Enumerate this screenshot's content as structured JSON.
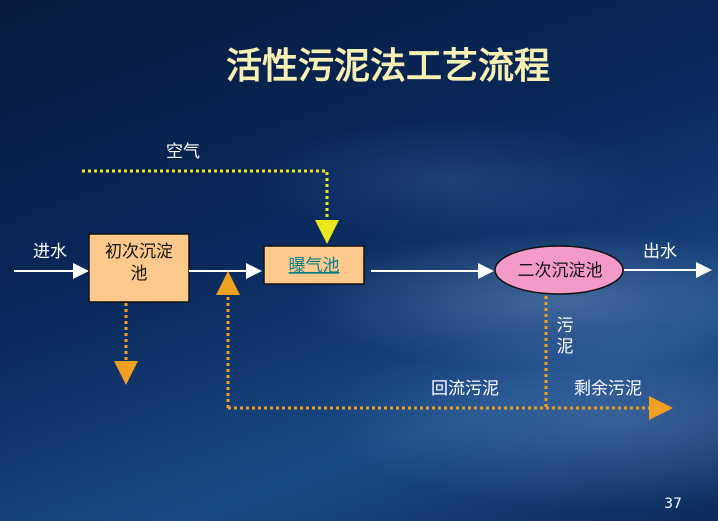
{
  "title": "活性污泥法工艺流程",
  "labels": {
    "air": "空气",
    "inflow": "进水",
    "outflow": "出水",
    "sludge_v1": "污",
    "sludge_v2": "泥",
    "return_sludge": "回流污泥",
    "excess_sludge": "剩余污泥"
  },
  "nodes": {
    "primary_clarifier_line1": "初次沉淀",
    "primary_clarifier_line2": "池",
    "aeration_tank": "曝气池",
    "secondary_clarifier": "二次沉淀池"
  },
  "page_number": "37",
  "colors": {
    "title": "#f6f0b4",
    "box": "#fcc98c",
    "ellipse": "#f49ac8",
    "air_line": "#e8e81c",
    "sludge_line": "#f0a020",
    "link": "#0a7f8c"
  }
}
